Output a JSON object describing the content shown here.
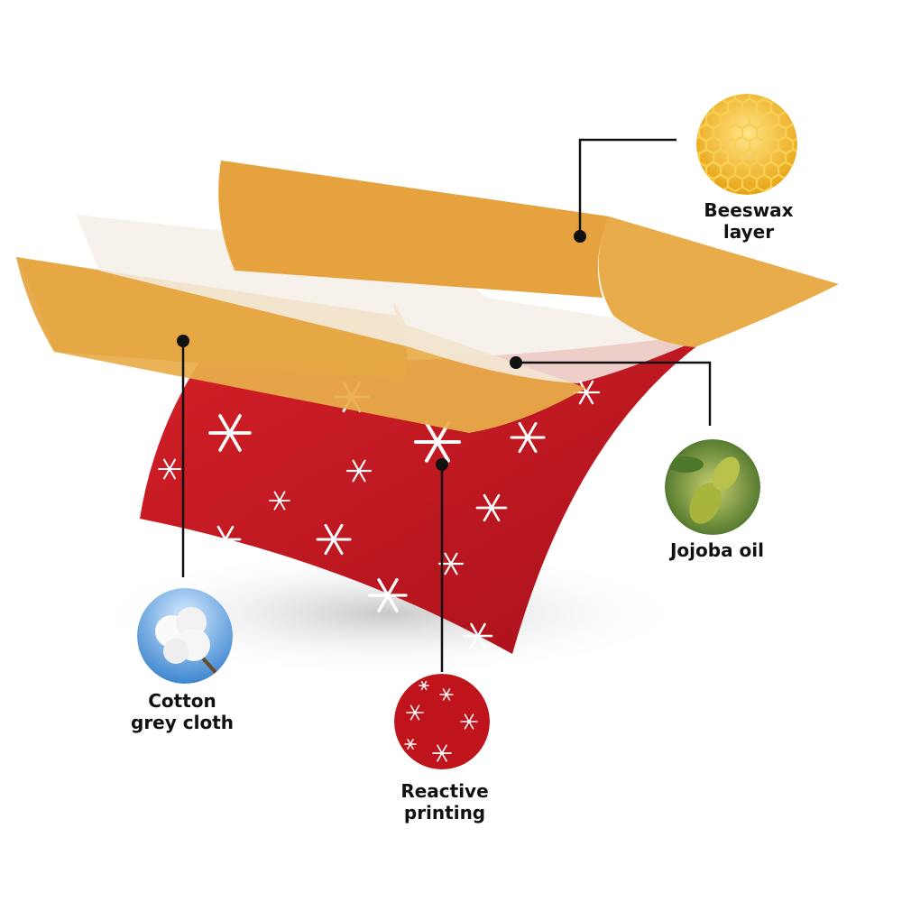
{
  "layers": [
    {
      "id": "beeswax",
      "label_line1": "Beeswax",
      "label_line2": "layer",
      "icon": "honeycomb-icon",
      "color": "#f5c02a"
    },
    {
      "id": "jojoba",
      "label_line1": "Jojoba oil",
      "label_line2": "",
      "icon": "jojoba-fruit-icon",
      "color": "#7a9a3a"
    },
    {
      "id": "cotton",
      "label_line1": "Cotton",
      "label_line2": "grey cloth",
      "icon": "cotton-boll-icon",
      "color": "#6fa8dc"
    },
    {
      "id": "printing",
      "label_line1": "Reactive",
      "label_line2": "printing",
      "icon": "snowflake-fabric-icon",
      "color": "#c0141c"
    }
  ],
  "colors": {
    "wax_sheet": "#e8ad4a",
    "oil_sheet": "#f4efe6",
    "fabric": "#c8161e",
    "snowflake": "#ffffff",
    "leader_line": "#111111"
  }
}
